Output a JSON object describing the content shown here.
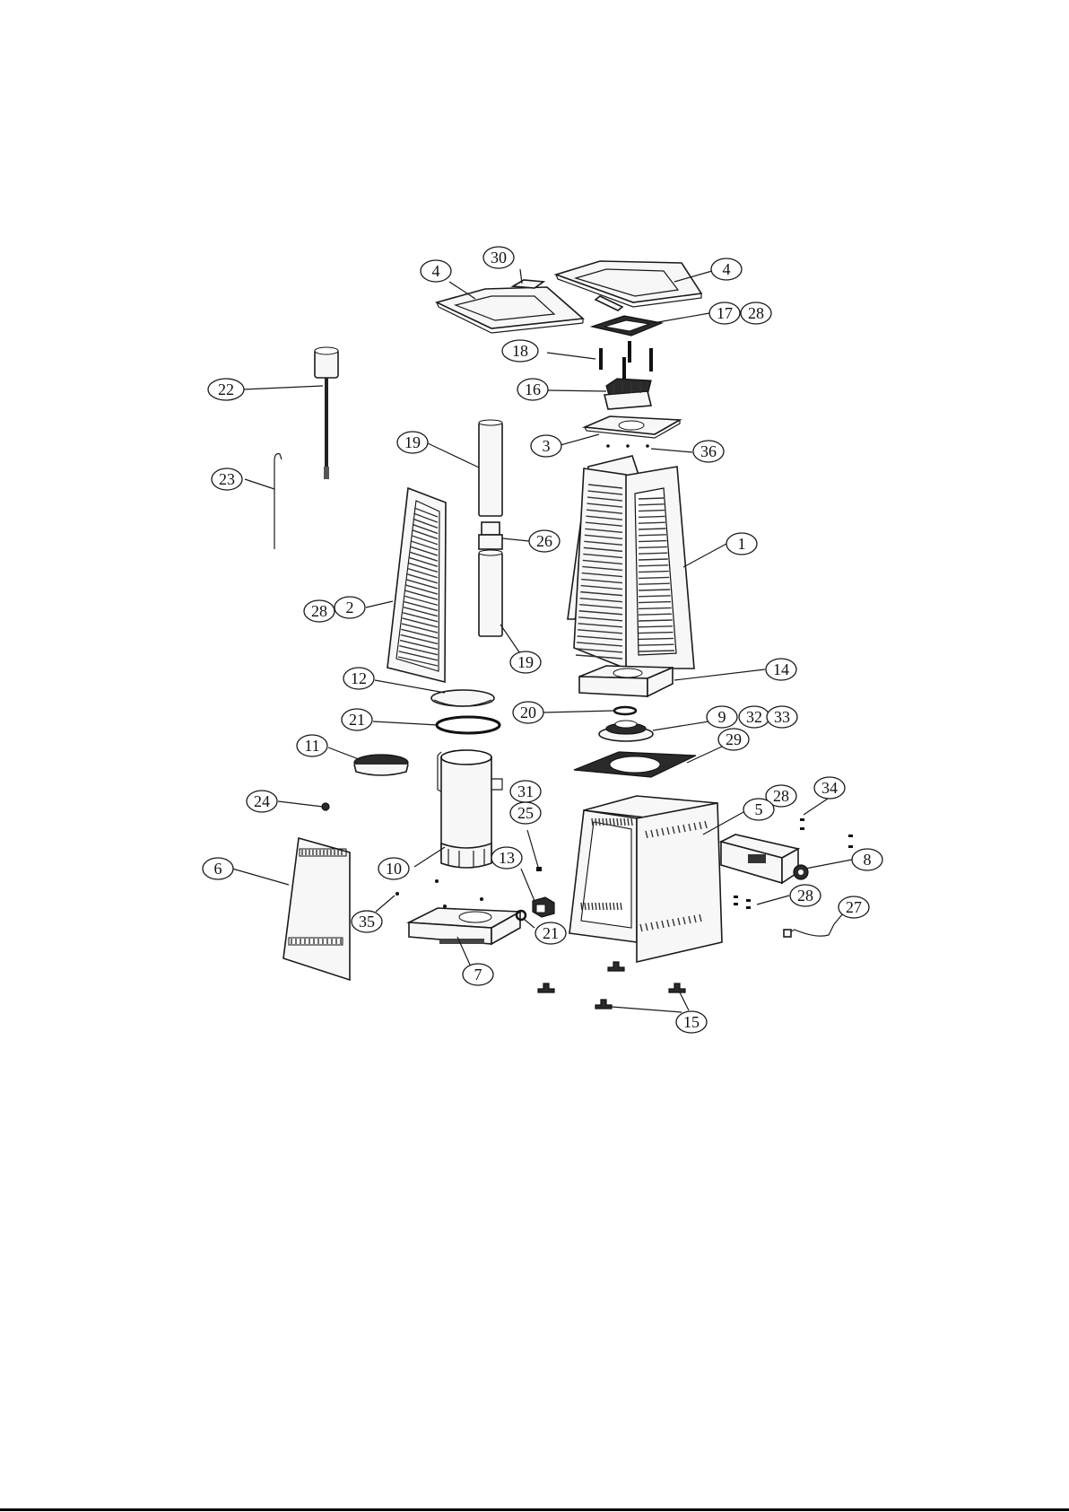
{
  "callouts": [
    {
      "id": "c4a",
      "label": "4"
    },
    {
      "id": "c30",
      "label": "30"
    },
    {
      "id": "c4b",
      "label": "4"
    },
    {
      "id": "c17",
      "label": "17"
    },
    {
      "id": "c28a",
      "label": "28"
    },
    {
      "id": "c18",
      "label": "18"
    },
    {
      "id": "c22",
      "label": "22"
    },
    {
      "id": "c16",
      "label": "16"
    },
    {
      "id": "c19a",
      "label": "19"
    },
    {
      "id": "c3",
      "label": "3"
    },
    {
      "id": "c36",
      "label": "36"
    },
    {
      "id": "c23",
      "label": "23"
    },
    {
      "id": "c26",
      "label": "26"
    },
    {
      "id": "c1",
      "label": "1"
    },
    {
      "id": "c28b",
      "label": "28"
    },
    {
      "id": "c2",
      "label": "2"
    },
    {
      "id": "c19b",
      "label": "19"
    },
    {
      "id": "c14",
      "label": "14"
    },
    {
      "id": "c12",
      "label": "12"
    },
    {
      "id": "c20",
      "label": "20"
    },
    {
      "id": "c9",
      "label": "9"
    },
    {
      "id": "c32",
      "label": "32"
    },
    {
      "id": "c33",
      "label": "33"
    },
    {
      "id": "c21a",
      "label": "21"
    },
    {
      "id": "c29",
      "label": "29"
    },
    {
      "id": "c11",
      "label": "11"
    },
    {
      "id": "c31",
      "label": "31"
    },
    {
      "id": "c34",
      "label": "34"
    },
    {
      "id": "c24",
      "label": "24"
    },
    {
      "id": "c28c",
      "label": "28"
    },
    {
      "id": "c25",
      "label": "25"
    },
    {
      "id": "c5",
      "label": "5"
    },
    {
      "id": "c13",
      "label": "13"
    },
    {
      "id": "c8",
      "label": "8"
    },
    {
      "id": "c6",
      "label": "6"
    },
    {
      "id": "c10",
      "label": "10"
    },
    {
      "id": "c28d",
      "label": "28"
    },
    {
      "id": "c27",
      "label": "27"
    },
    {
      "id": "c35",
      "label": "35"
    },
    {
      "id": "c21b",
      "label": "21"
    },
    {
      "id": "c7",
      "label": "7"
    },
    {
      "id": "c15",
      "label": "15"
    }
  ]
}
